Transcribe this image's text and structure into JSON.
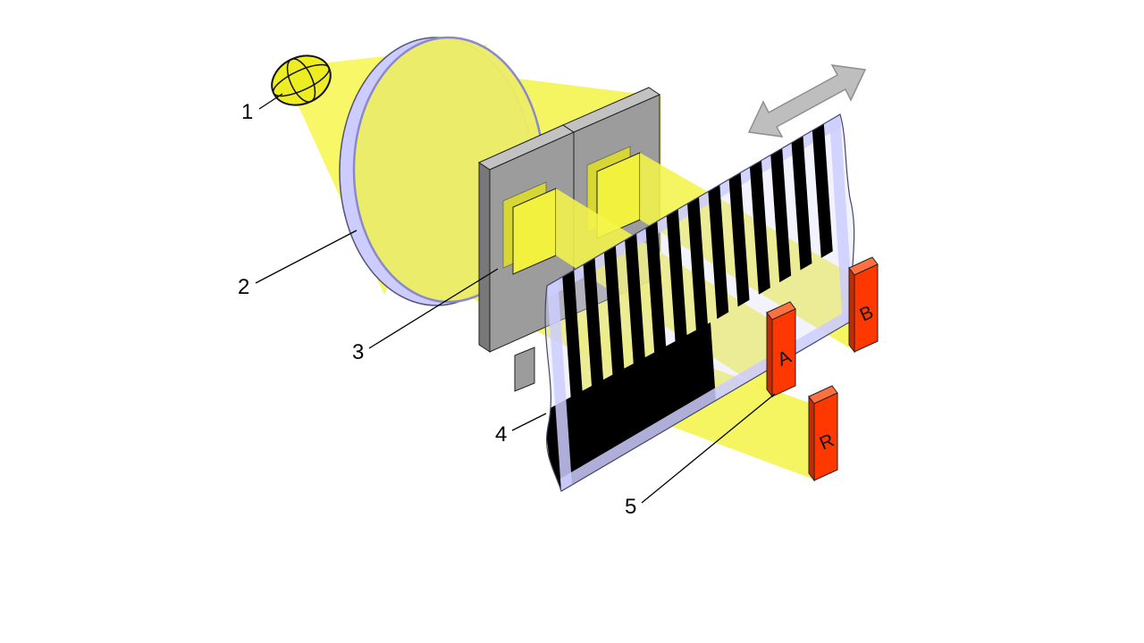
{
  "labels": {
    "callout_1": "1",
    "callout_2": "2",
    "callout_3": "3",
    "callout_4": "4",
    "callout_5": "5"
  },
  "detectors": {
    "a": "A",
    "b": "B",
    "r": "R"
  },
  "stripes": {
    "count": 13
  },
  "colors": {
    "background": "#FFFFFF",
    "beam": "#F4F44C",
    "cone": "#F7F768",
    "bulb": "#EDED22",
    "lens_body": "#ECEC66",
    "lens_rim": "#CCCCFF",
    "film": "#DCDCF8",
    "film_border": "#CCCCFF",
    "mask_front": "#9C9C9C",
    "mask_top": "#C2C2C2",
    "mask_side": "#787878",
    "aperture_light": "#F2F23E",
    "detector_front": "#FF3800",
    "detector_top": "#FF7040",
    "detector_side": "#C42B00",
    "stripe": "#000000",
    "arrow_fill": "#BEBEBE",
    "arrow_stroke": "#8F8F8F"
  }
}
